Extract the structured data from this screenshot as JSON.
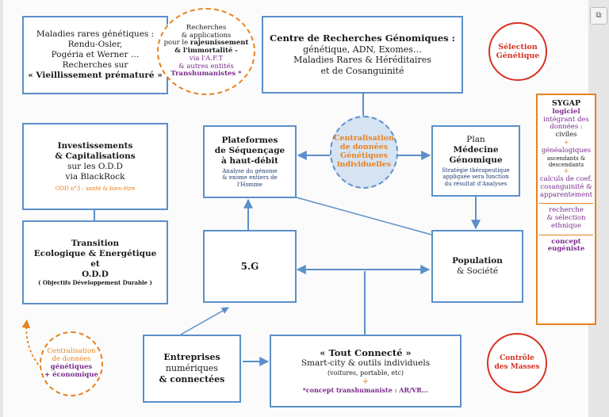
{
  "rare_diseases": {
    "lines": [
      "Maladies rares génétiques :",
      "Rendu-Osler,",
      "Pogéria et Werner …",
      "Recherches sur"
    ],
    "emphasis": "« Vieillissement prématuré »"
  },
  "rejuvenation": {
    "line1": "Recherches",
    "line2": "& applications",
    "line3_pre": "pour le",
    "line3_bold": "rajeunissement",
    "line4": "& l'immortalité -",
    "line5": "via l'A.F.T",
    "line6": "& autres entités",
    "line7": "Transhumanistes *"
  },
  "research_center": {
    "title": "Centre de Recherches Génomiques :",
    "lines": [
      "génétique, ADN, Exomes…",
      "Maladies Rares & Héréditaires",
      "et de Cosanguinité"
    ]
  },
  "genetic_selection": {
    "line1": "Sélection",
    "line2": "Génétique"
  },
  "investments": {
    "line1": "Investissements",
    "line2": "& Capitalisations",
    "line3": "sur les O.D.D",
    "line4": "via BlackRock",
    "note": "ODD n°3 : santé & bien-être"
  },
  "sequencing": {
    "line1": "Plateformes",
    "line2": "de Séquençage",
    "line3": "à haut-débit",
    "sub1": "Analyse du génome",
    "sub2": "& exome entiers de",
    "sub3": "l'Homme"
  },
  "centralization": {
    "line1": "Centralisation",
    "line2": "de données",
    "line3": "Génétiques",
    "line4": "individuelles"
  },
  "medicine": {
    "line1": "Plan",
    "line2": "Médecine",
    "line3": "Génomique",
    "sub1": "Stratégie thérapeutique",
    "sub2": "appliquée sera fonction",
    "sub3": "du résultat d'Analyses"
  },
  "sygap": {
    "title": "SYGAP",
    "p1": "logiciel",
    "p2": "intégrant des",
    "p3": "données :",
    "p4": "civiles",
    "plus": "+",
    "p5": "généalogiques",
    "p6": "ascendants &",
    "p7": "descendants",
    "p8": "calculs de coef.",
    "p9": "cosanguinité &",
    "p10": "apparentement",
    "r1": "recherche",
    "r2": "& sélection",
    "r3": "ethnique",
    "c1": "concept",
    "c2": "eugéniste"
  },
  "transition": {
    "line1": "Transition",
    "line2": "Ecologique & Energétique",
    "line3": "et",
    "line4": "O.D.D",
    "line5": "( Objectifs Développement Durable )"
  },
  "fiveg": {
    "label": "5.G"
  },
  "population": {
    "line1": "Population",
    "line2": "& Société"
  },
  "centralization2": {
    "line1": "Centralisation",
    "line2": "de données",
    "line3": "génétiques",
    "line4": "+ économique"
  },
  "enterprises": {
    "line1": "Entreprises",
    "line2": "numériques",
    "line3": "& connectées"
  },
  "connected": {
    "line1": "« Tout Connecté »",
    "line2": "Smart-city  & outils individuels",
    "line3": "(voitures, portable, etc)",
    "plus": "+",
    "line4": "*concept transhumaniste : AR/VR..."
  },
  "mass_control": {
    "line1": "Contrôle",
    "line2": "des Masses"
  },
  "toolbar": {
    "icon": "copy-icon"
  },
  "colors": {
    "box_border": "#5b8fc9",
    "orange": "#e8821e",
    "red": "#d83222",
    "purple": "#7a2a8c",
    "navy": "#1f3a73"
  }
}
